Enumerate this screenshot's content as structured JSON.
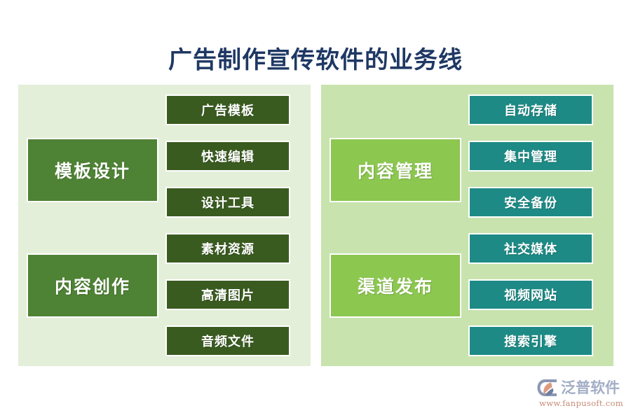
{
  "page": {
    "title": "广告制作宣传软件的业务线",
    "title_color": "#1f3864",
    "background": "#ffffff"
  },
  "panels": [
    {
      "name": "left",
      "background": "#e4efd9",
      "groups": [
        {
          "label": "模板设计",
          "color": "#4e8234",
          "items": [
            {
              "label": "广告模板",
              "color": "#3a5b20"
            },
            {
              "label": "快速编辑",
              "color": "#3a5b20"
            },
            {
              "label": "设计工具",
              "color": "#3a5b20"
            }
          ]
        },
        {
          "label": "内容创作",
          "color": "#4e8234",
          "items": [
            {
              "label": "素材资源",
              "color": "#3a5b20"
            },
            {
              "label": "高清图片",
              "color": "#3a5b20"
            },
            {
              "label": "音频文件",
              "color": "#3a5b20"
            }
          ]
        }
      ]
    },
    {
      "name": "right",
      "background": "#c8e3ae",
      "groups": [
        {
          "label": "内容管理",
          "color": "#8cc750",
          "items": [
            {
              "label": "自动存储",
              "color": "#1d8a85"
            },
            {
              "label": "集中管理",
              "color": "#1d8a85"
            },
            {
              "label": "安全备份",
              "color": "#1d8a85"
            }
          ]
        },
        {
          "label": "渠道发布",
          "color": "#8cc750",
          "items": [
            {
              "label": "社交媒体",
              "color": "#1d8a85"
            },
            {
              "label": "视频网站",
              "color": "#1d8a85"
            },
            {
              "label": "搜索引擎",
              "color": "#1d8a85"
            }
          ]
        }
      ]
    }
  ],
  "logo": {
    "brand": "泛普软件",
    "url": "www.fanpusoft.com",
    "brand_color": "#a3aec6",
    "url_color": "#c58b77",
    "mark_colors": {
      "blue": "#8b97b3",
      "orange": "#dc9a7e"
    }
  }
}
